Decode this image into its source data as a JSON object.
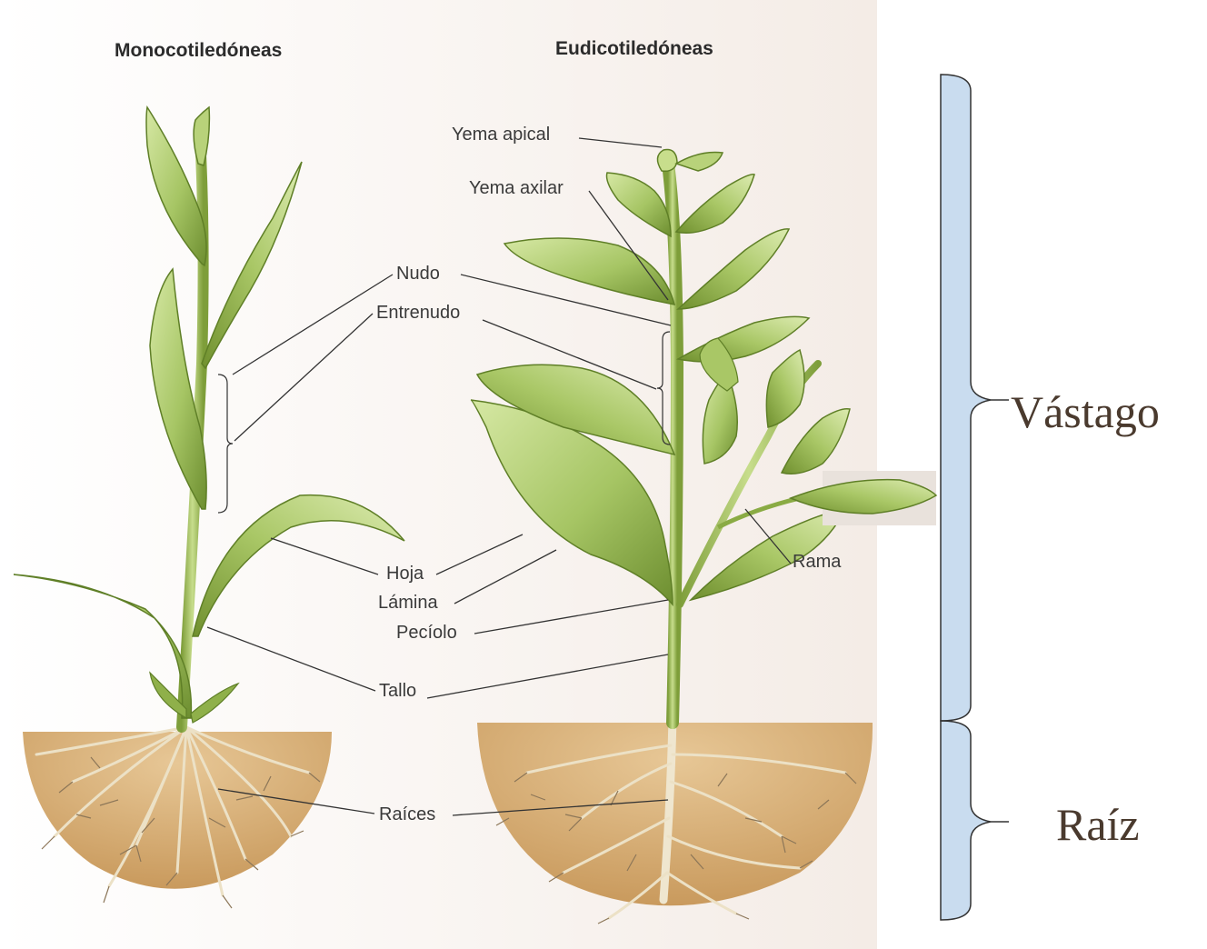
{
  "titles": {
    "monocot": "Monocotiledóneas",
    "eudicot": "Eudicotiledóneas"
  },
  "labels": {
    "yema_apical": "Yema apical",
    "yema_axilar": "Yema axilar",
    "nudo": "Nudo",
    "entrenudo": "Entrenudo",
    "hoja": "Hoja",
    "lamina": "Lámina",
    "peciolo": "Pecíolo",
    "tallo": "Tallo",
    "rama": "Rama",
    "raices": "Raíces"
  },
  "regions": {
    "shoot": "Vástago",
    "root": "Raíz"
  },
  "colors": {
    "leaf": "#a9c766",
    "leaf_dark": "#6f8f32",
    "leaf_light": "#d4e6a2",
    "soil": "#d9b37c",
    "root": "#f2ead6",
    "bracket_fill": "#c9dcef",
    "leader": "#333333"
  }
}
